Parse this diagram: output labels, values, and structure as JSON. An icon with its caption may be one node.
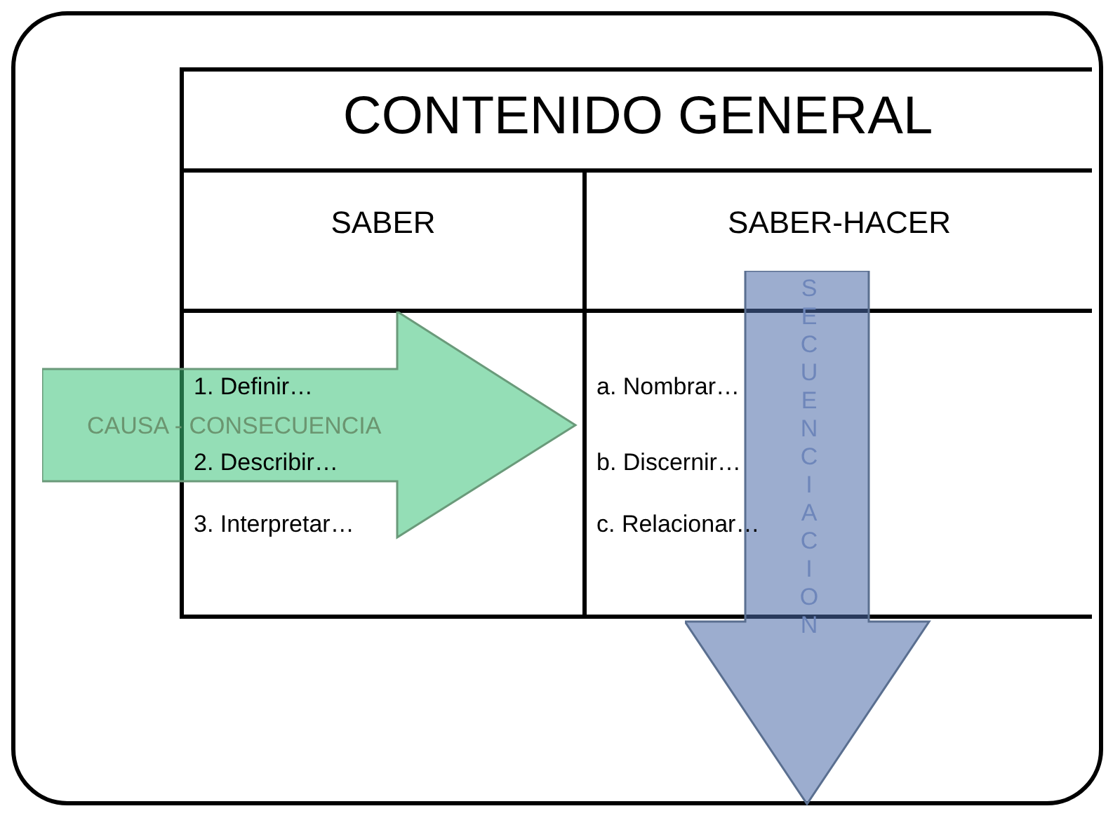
{
  "diagram": {
    "nodes": [
      {
        "text": [
          "CAUSA - CONSECUENCIA"
        ]
      },
      {
        "text": [
          "SECUENCIACION"
        ]
      }
    ],
    "labels": [
      "CONTENIDO GENERAL",
      "SABER",
      "SABER-HACER",
      "1. Definir…",
      "2. Describir…",
      "3. Interpretar…",
      "a. Nombrar…",
      "b. Discernir…",
      "c. Relacionar…"
    ]
  }
}
